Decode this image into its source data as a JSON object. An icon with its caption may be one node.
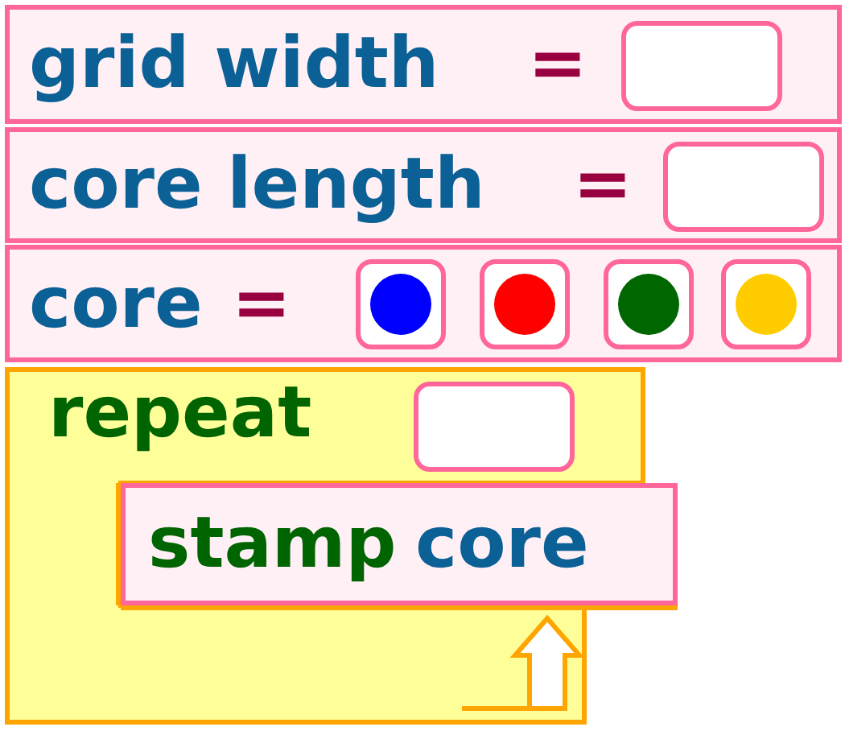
{
  "diagram": {
    "nodes": [
      {
        "text": [
          "grid width",
          "="
        ]
      },
      {
        "text": [],
        "shape": "box",
        "in": 0
      },
      {
        "text": [
          "core length",
          "="
        ]
      },
      {
        "text": [],
        "shape": "box",
        "in": 2
      },
      {
        "text": [
          "core",
          "="
        ]
      },
      {
        "text": [],
        "shape": "box",
        "in": 4
      },
      {
        "text": [],
        "shape": "box",
        "in": 4
      },
      {
        "text": [],
        "shape": "box",
        "in": 4
      },
      {
        "text": [],
        "shape": "box",
        "in": 4
      },
      {
        "text": [
          "repeat"
        ]
      },
      {
        "text": [],
        "shape": "box",
        "in": 9
      },
      {
        "text": [
          "stamp",
          "core"
        ],
        "in": 9
      }
    ],
    "edges": []
  }
}
